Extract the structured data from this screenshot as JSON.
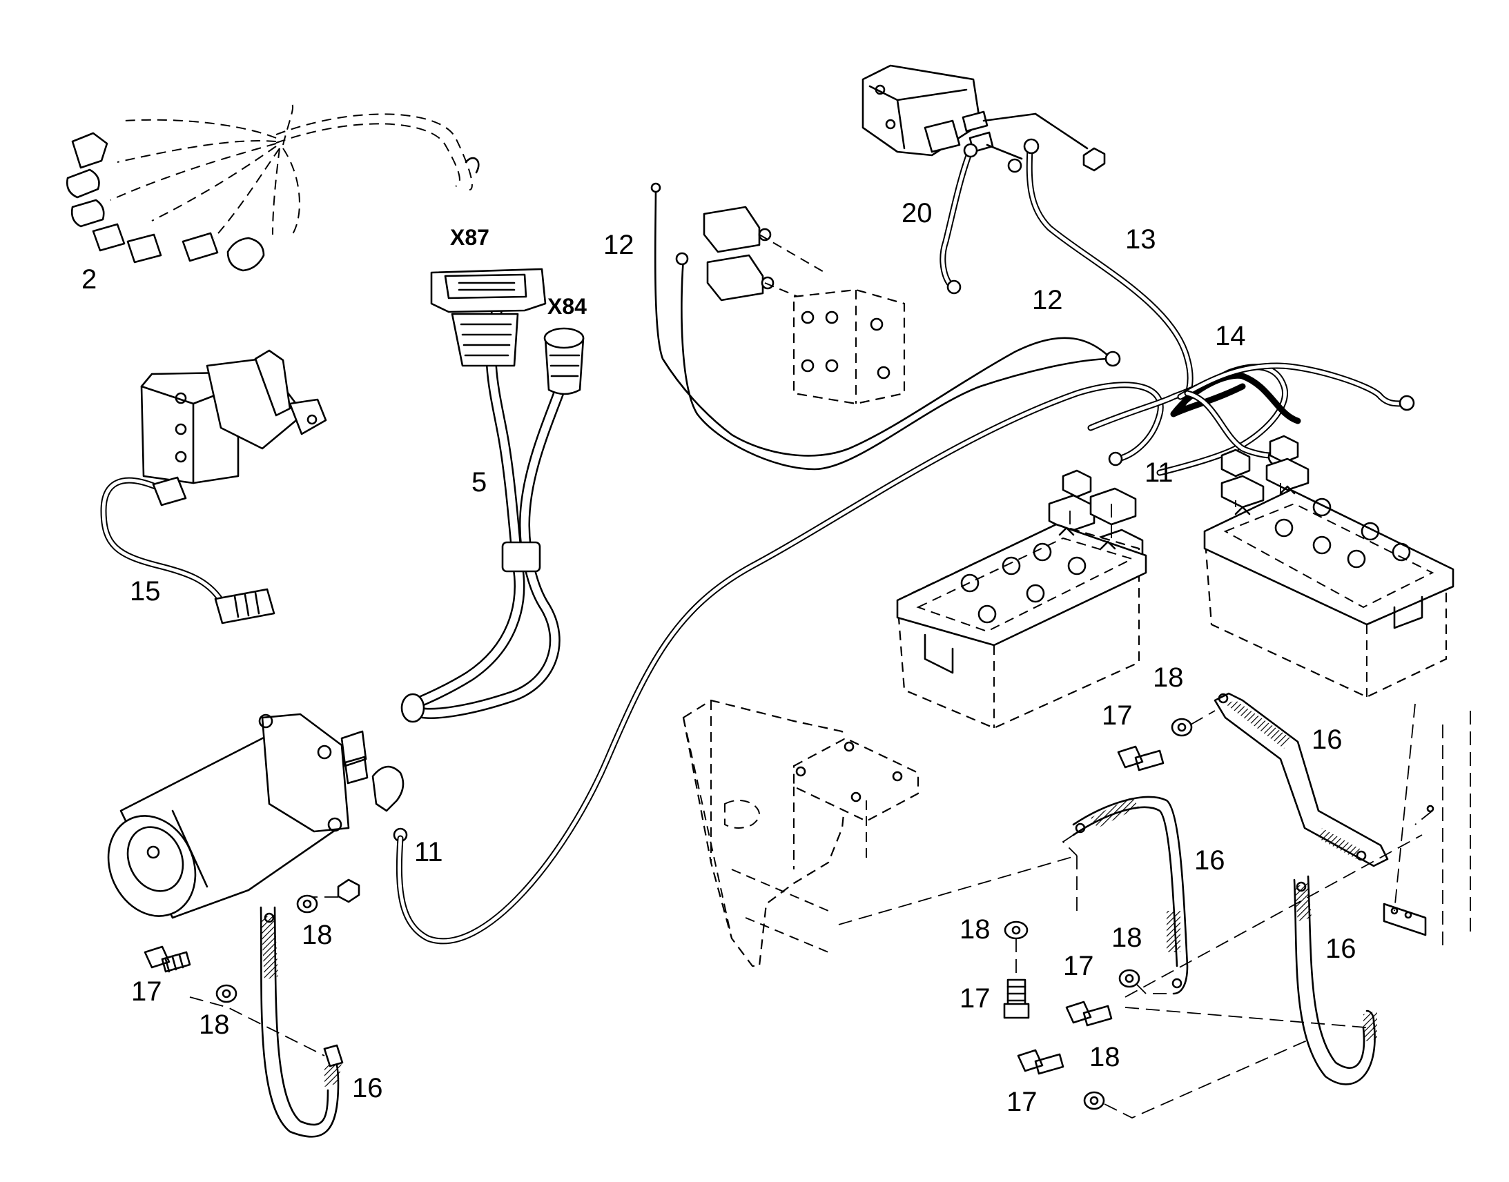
{
  "diagram": {
    "labels": {
      "l2": "2",
      "l5": "5",
      "l11a": "11",
      "l11b": "11",
      "l12a": "12",
      "l12b": "12",
      "l13": "13",
      "l14": "14",
      "l15": "15",
      "l16a": "16",
      "l16b": "16",
      "l16c": "16",
      "l16d": "16",
      "l17a": "17",
      "l17b": "17",
      "l17c": "17",
      "l17d": "17",
      "l17e": "17",
      "l18a": "18",
      "l18b": "18",
      "l18c": "18",
      "l18d": "18",
      "l18e": "18",
      "l18f": "18",
      "l20": "20",
      "x87": "X87",
      "x84": "X84"
    }
  }
}
